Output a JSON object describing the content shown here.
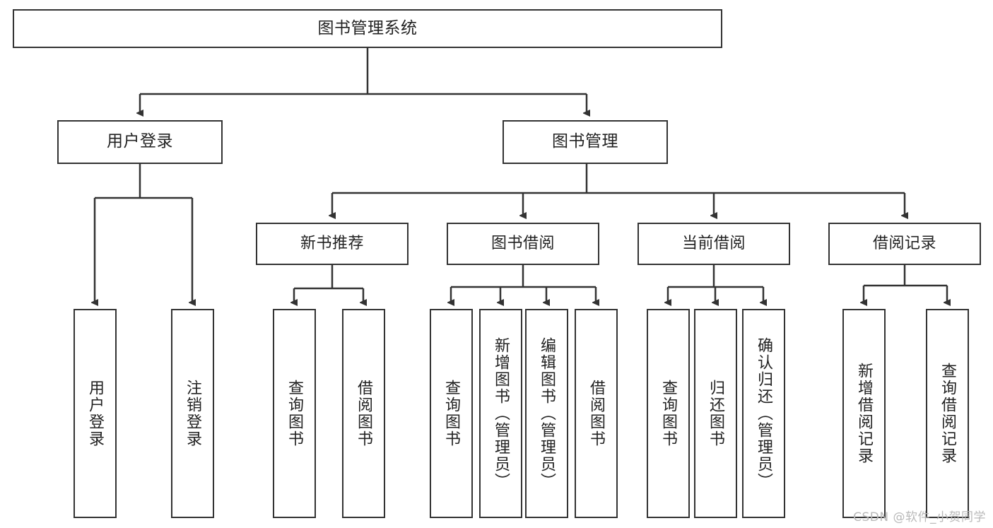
{
  "diagram": {
    "title": "图书管理系统",
    "type": "tree-hierarchy",
    "root": {
      "id": "root",
      "label": "图书管理系统"
    },
    "level2": [
      {
        "id": "user-login",
        "label": "用户登录"
      },
      {
        "id": "book-manage",
        "label": "图书管理"
      }
    ],
    "level3": [
      {
        "id": "new-book-rec",
        "label": "新书推荐",
        "parent": "book-manage"
      },
      {
        "id": "book-borrow",
        "label": "图书借阅",
        "parent": "book-manage"
      },
      {
        "id": "current-borrow",
        "label": "当前借阅",
        "parent": "book-manage"
      },
      {
        "id": "borrow-record",
        "label": "借阅记录",
        "parent": "book-manage"
      }
    ],
    "leaves": [
      {
        "id": "leaf-user-login",
        "label": "用户登录",
        "parent": "user-login"
      },
      {
        "id": "leaf-logout",
        "label": "注销登录",
        "parent": "user-login"
      },
      {
        "id": "leaf-query-book-1",
        "label": "查询图书",
        "parent": "new-book-rec"
      },
      {
        "id": "leaf-borrow-book-1",
        "label": "借阅图书",
        "parent": "new-book-rec"
      },
      {
        "id": "leaf-query-book-2",
        "label": "查询图书",
        "parent": "book-borrow"
      },
      {
        "id": "leaf-add-book",
        "label": "新增图书（管理员）",
        "parent": "book-borrow"
      },
      {
        "id": "leaf-edit-book",
        "label": "编辑图书（管理员）",
        "parent": "book-borrow"
      },
      {
        "id": "leaf-borrow-book-2",
        "label": "借阅图书",
        "parent": "book-borrow"
      },
      {
        "id": "leaf-query-book-3",
        "label": "查询图书",
        "parent": "current-borrow"
      },
      {
        "id": "leaf-return-book",
        "label": "归还图书",
        "parent": "current-borrow"
      },
      {
        "id": "leaf-confirm-return",
        "label": "确认归还（管理员）",
        "parent": "current-borrow"
      },
      {
        "id": "leaf-add-record",
        "label": "新增借阅记录",
        "parent": "borrow-record"
      },
      {
        "id": "leaf-query-record",
        "label": "查询借阅记录",
        "parent": "borrow-record"
      }
    ]
  },
  "watermark": {
    "text": "CSDN @软件_小贺同学"
  },
  "colors": {
    "box_border": "#333333",
    "box_fill": "#ffffff",
    "text": "#222222",
    "connector": "#333333",
    "watermark": "#b9b9b9"
  }
}
